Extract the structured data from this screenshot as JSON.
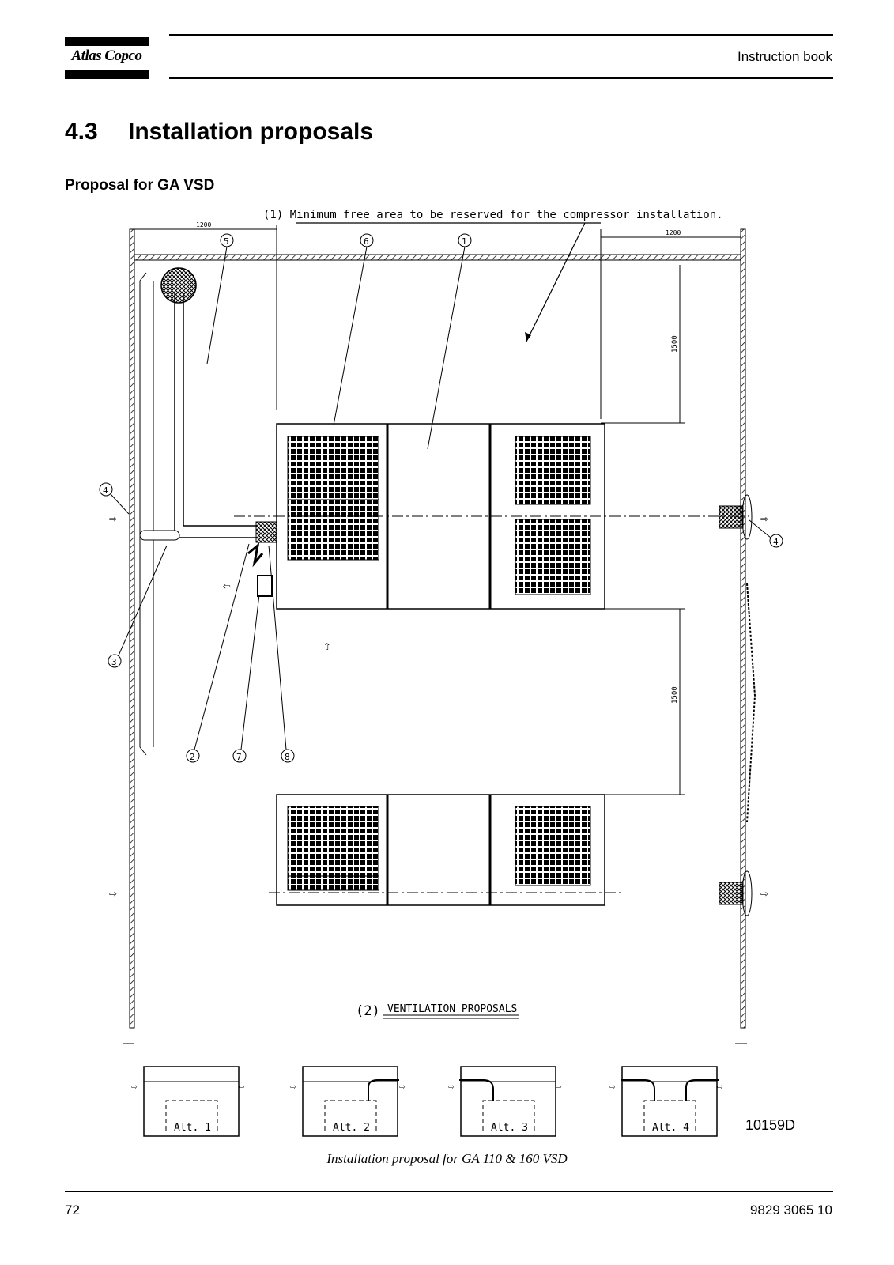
{
  "header": {
    "logo_text": "Atlas Copco",
    "title": "Instruction book"
  },
  "section": {
    "number": "4.3",
    "title": "Installation proposals"
  },
  "subheading": "Proposal for GA VSD",
  "drawing": {
    "note_1": "(1) Minimum free area to be reserved for the compressor installation.",
    "note_2_num": "(2)",
    "note_2_text": "VENTILATION PROPOSALS",
    "dimensions": {
      "top_left": "1200",
      "top_right": "1200",
      "right_upper": "1500",
      "right_lower": "1500"
    },
    "callouts": [
      "1",
      "2",
      "3",
      "4",
      "4",
      "5",
      "6",
      "7",
      "8"
    ],
    "alternatives": [
      "Alt. 1",
      "Alt. 2",
      "Alt. 3",
      "Alt. 4"
    ],
    "figure_number": "10159D"
  },
  "caption": "Installation proposal for GA 110 & 160 VSD",
  "footer": {
    "page_number": "72",
    "doc_number": "9829 3065 10"
  }
}
